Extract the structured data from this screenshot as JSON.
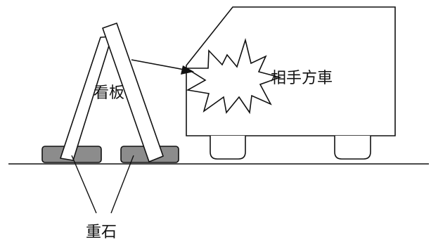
{
  "labels": {
    "signboard": "看板",
    "other_vehicle": "相手方車",
    "weight_stones": "重石"
  },
  "colors": {
    "stroke": "#111111",
    "stone_fill": "#8c8c8c",
    "background": "#ffffff"
  }
}
